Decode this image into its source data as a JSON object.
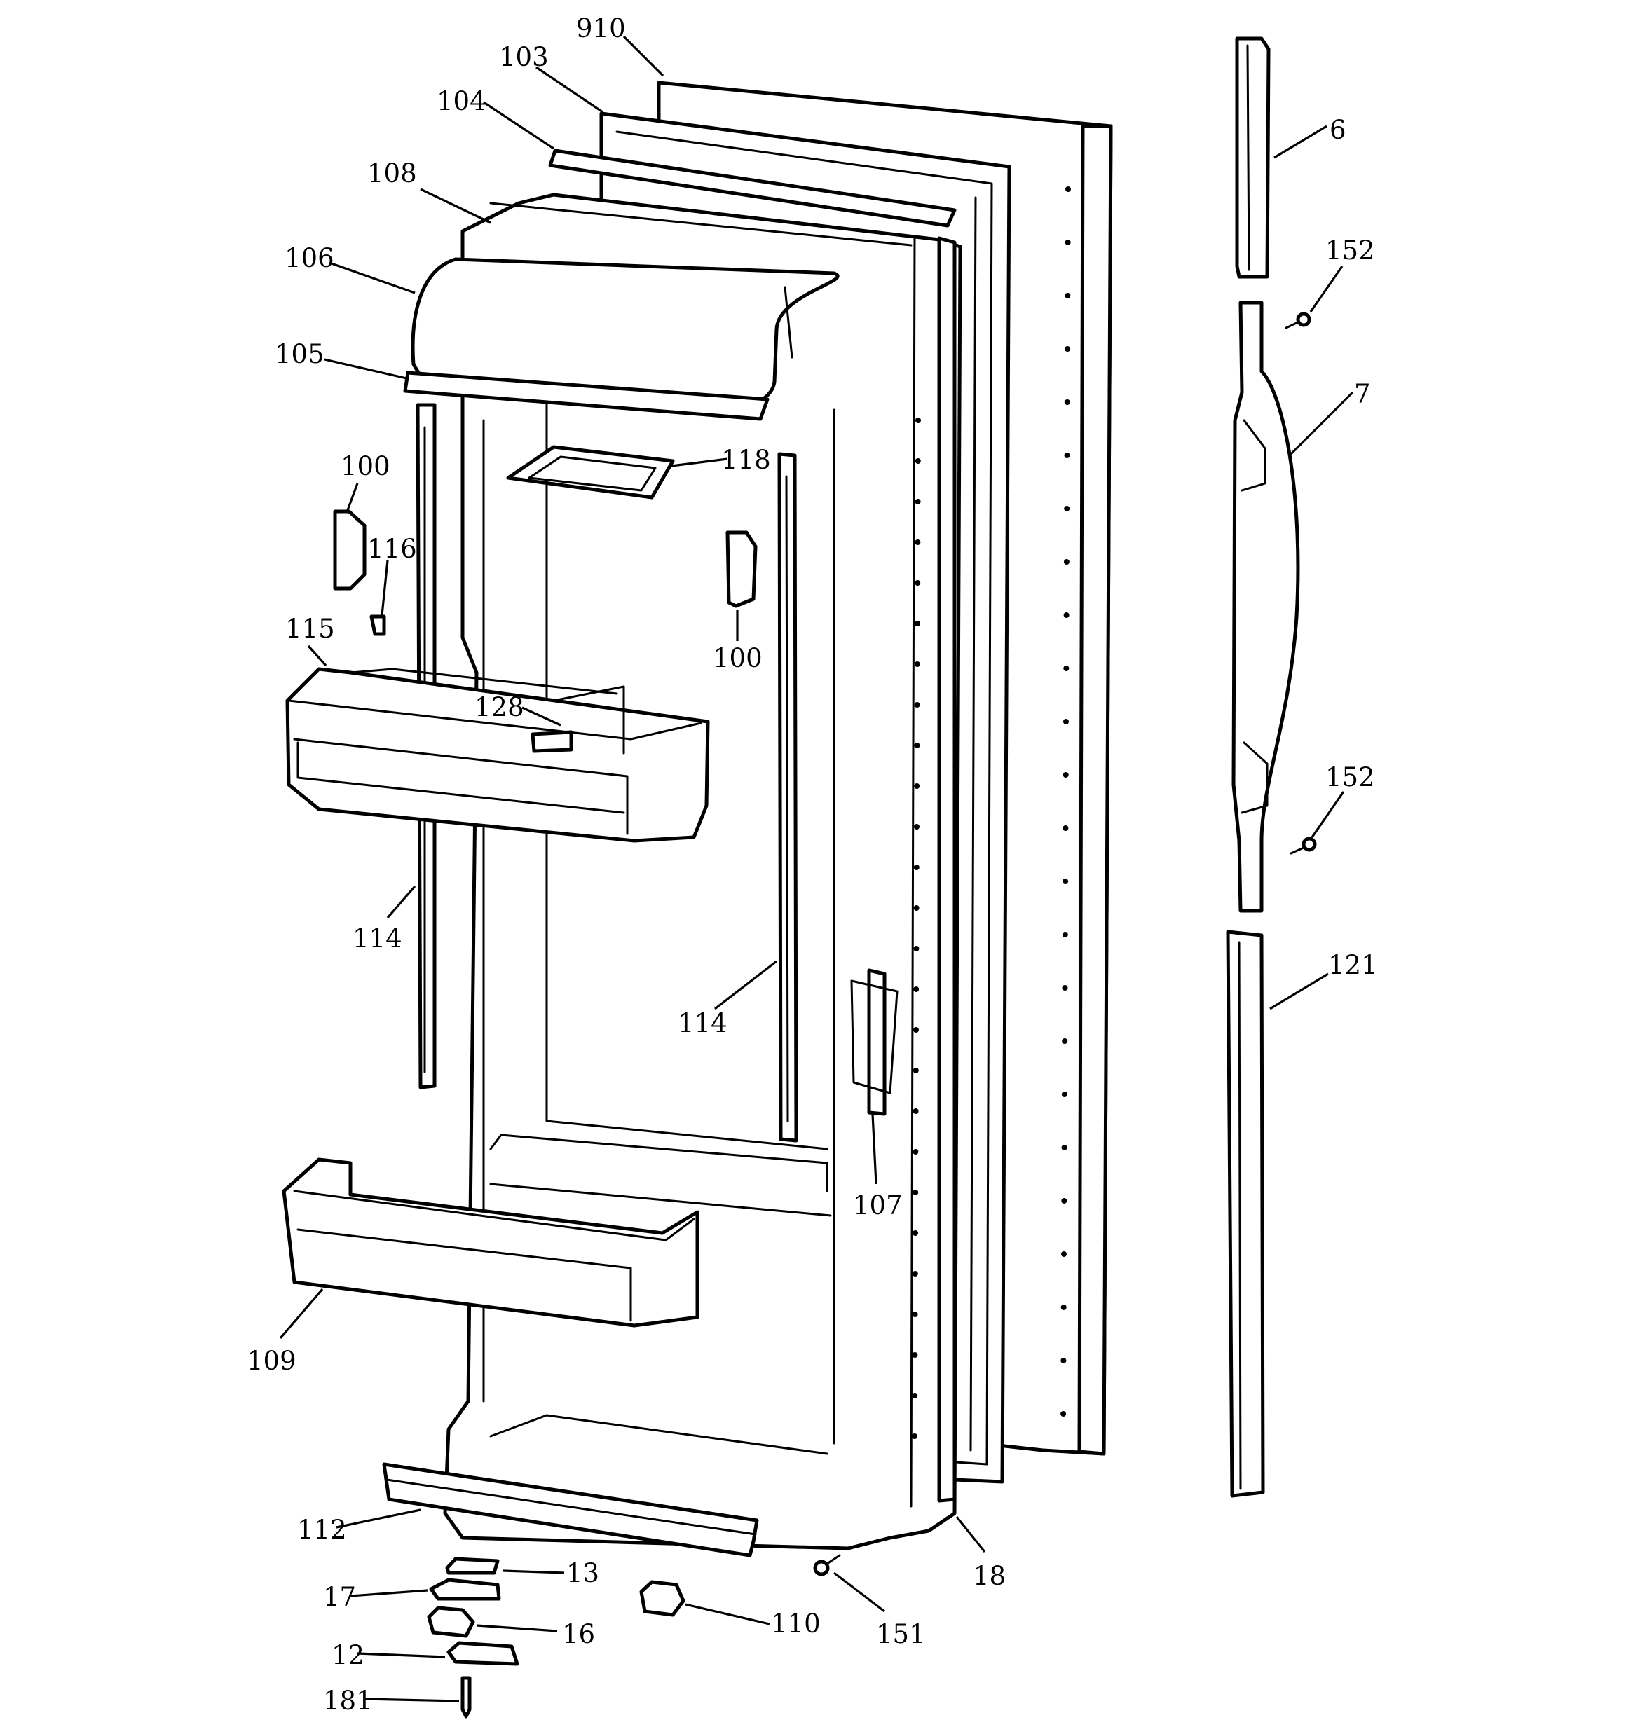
{
  "callouts": [
    {
      "id": "910",
      "text": "910"
    },
    {
      "id": "103",
      "text": "103"
    },
    {
      "id": "104",
      "text": "104"
    },
    {
      "id": "108",
      "text": "108"
    },
    {
      "id": "106",
      "text": "106"
    },
    {
      "id": "105",
      "text": "105"
    },
    {
      "id": "118",
      "text": "118"
    },
    {
      "id": "100a",
      "text": "100"
    },
    {
      "id": "116",
      "text": "116"
    },
    {
      "id": "100b",
      "text": "100"
    },
    {
      "id": "115",
      "text": "115"
    },
    {
      "id": "128",
      "text": "128"
    },
    {
      "id": "114a",
      "text": "114"
    },
    {
      "id": "114b",
      "text": "114"
    },
    {
      "id": "107",
      "text": "107"
    },
    {
      "id": "109",
      "text": "109"
    },
    {
      "id": "112",
      "text": "112"
    },
    {
      "id": "13",
      "text": "13"
    },
    {
      "id": "17",
      "text": "17"
    },
    {
      "id": "16",
      "text": "16"
    },
    {
      "id": "12",
      "text": "12"
    },
    {
      "id": "181",
      "text": "181"
    },
    {
      "id": "110",
      "text": "110"
    },
    {
      "id": "151",
      "text": "151"
    },
    {
      "id": "18",
      "text": "18"
    },
    {
      "id": "6",
      "text": "6"
    },
    {
      "id": "152a",
      "text": "152"
    },
    {
      "id": "7",
      "text": "7"
    },
    {
      "id": "152b",
      "text": "152"
    },
    {
      "id": "121",
      "text": "121"
    }
  ]
}
